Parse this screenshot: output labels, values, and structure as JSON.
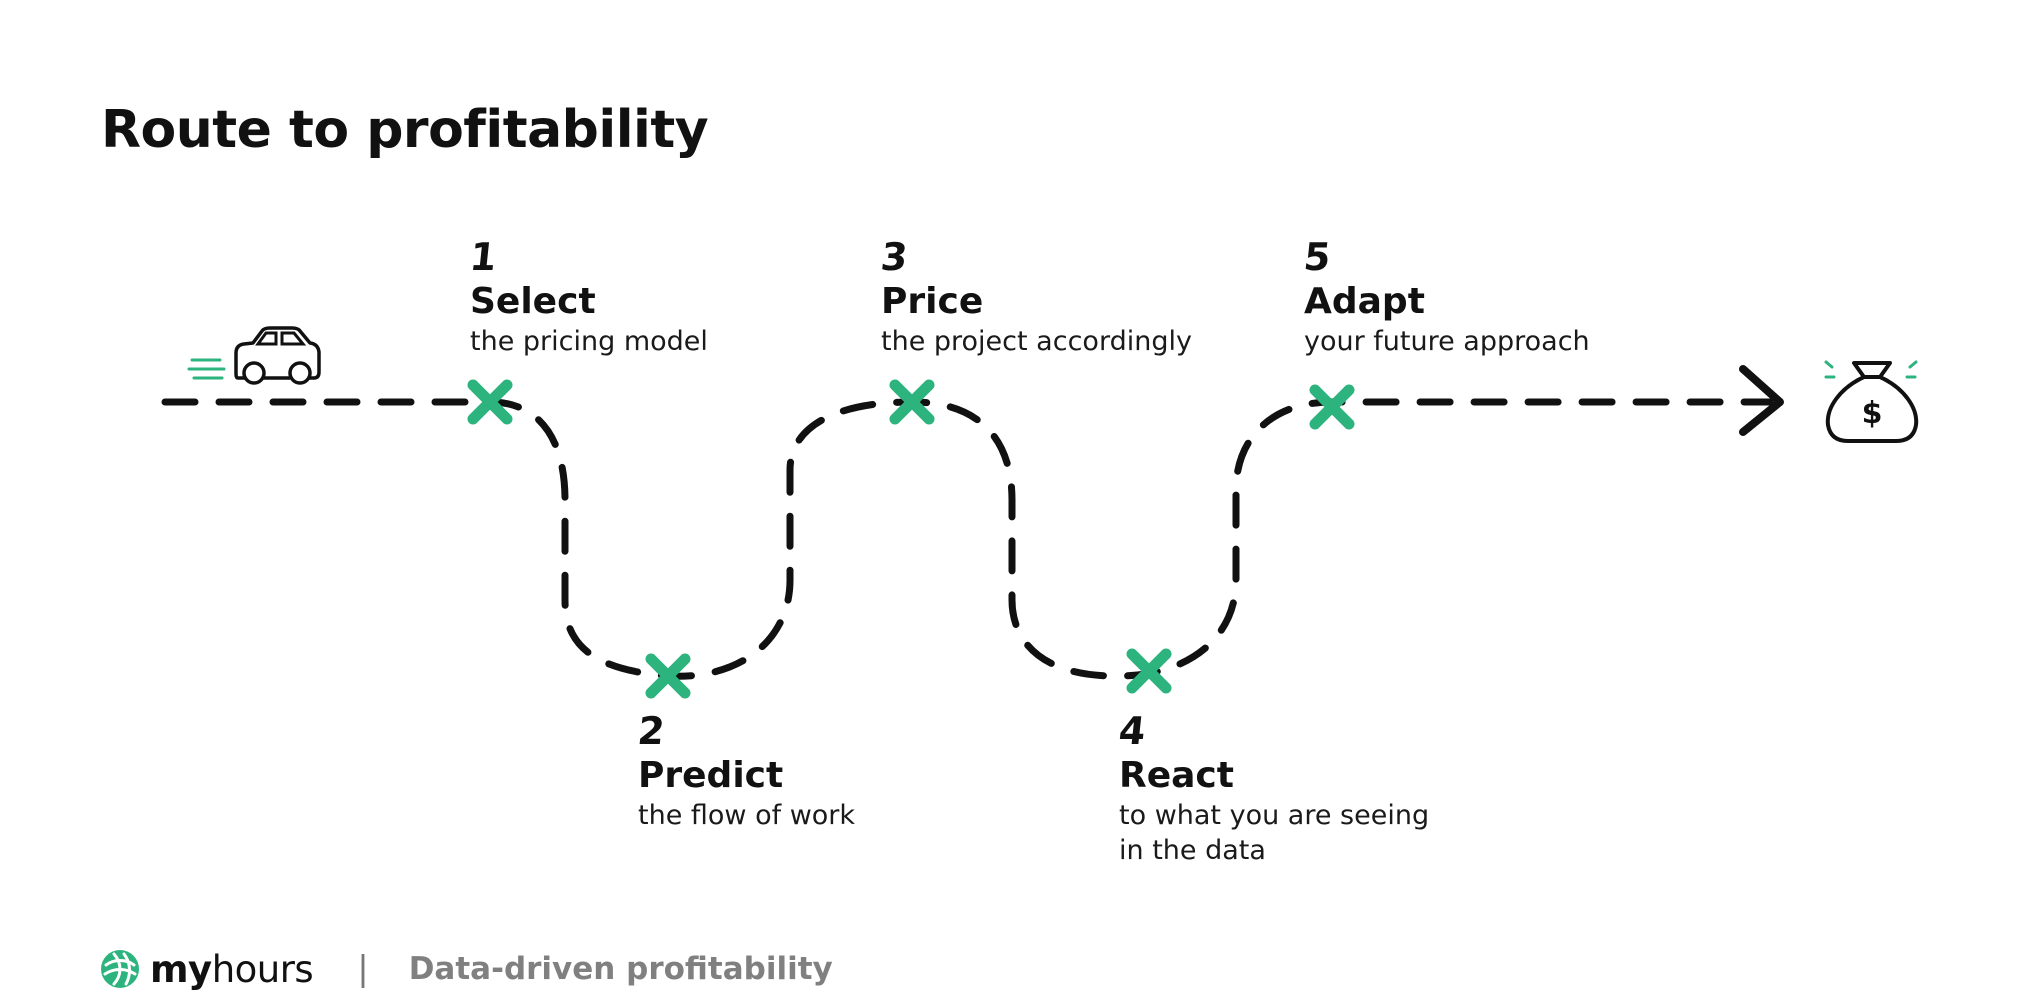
{
  "title": "Route to profitability",
  "colors": {
    "accent": "#2db37e",
    "ink": "#111111",
    "muted": "#808080"
  },
  "icons": {
    "start": "car-icon",
    "end": "money-bag-icon",
    "marker": "x-mark-icon",
    "logo": "myhours-logo-icon"
  },
  "steps": [
    {
      "number": "1",
      "name": "Select",
      "desc": [
        "the pricing model"
      ]
    },
    {
      "number": "2",
      "name": "Predict",
      "desc": [
        "the flow of work"
      ]
    },
    {
      "number": "3",
      "name": "Price",
      "desc": [
        "the project accordingly"
      ]
    },
    {
      "number": "4",
      "name": "React",
      "desc": [
        "to what you are seeing",
        "in the data"
      ]
    },
    {
      "number": "5",
      "name": "Adapt",
      "desc": [
        "your future approach"
      ]
    }
  ],
  "footer": {
    "brand_bold": "my",
    "brand_light": "hours",
    "divider": "|",
    "tagline": "Data-driven profitability"
  }
}
